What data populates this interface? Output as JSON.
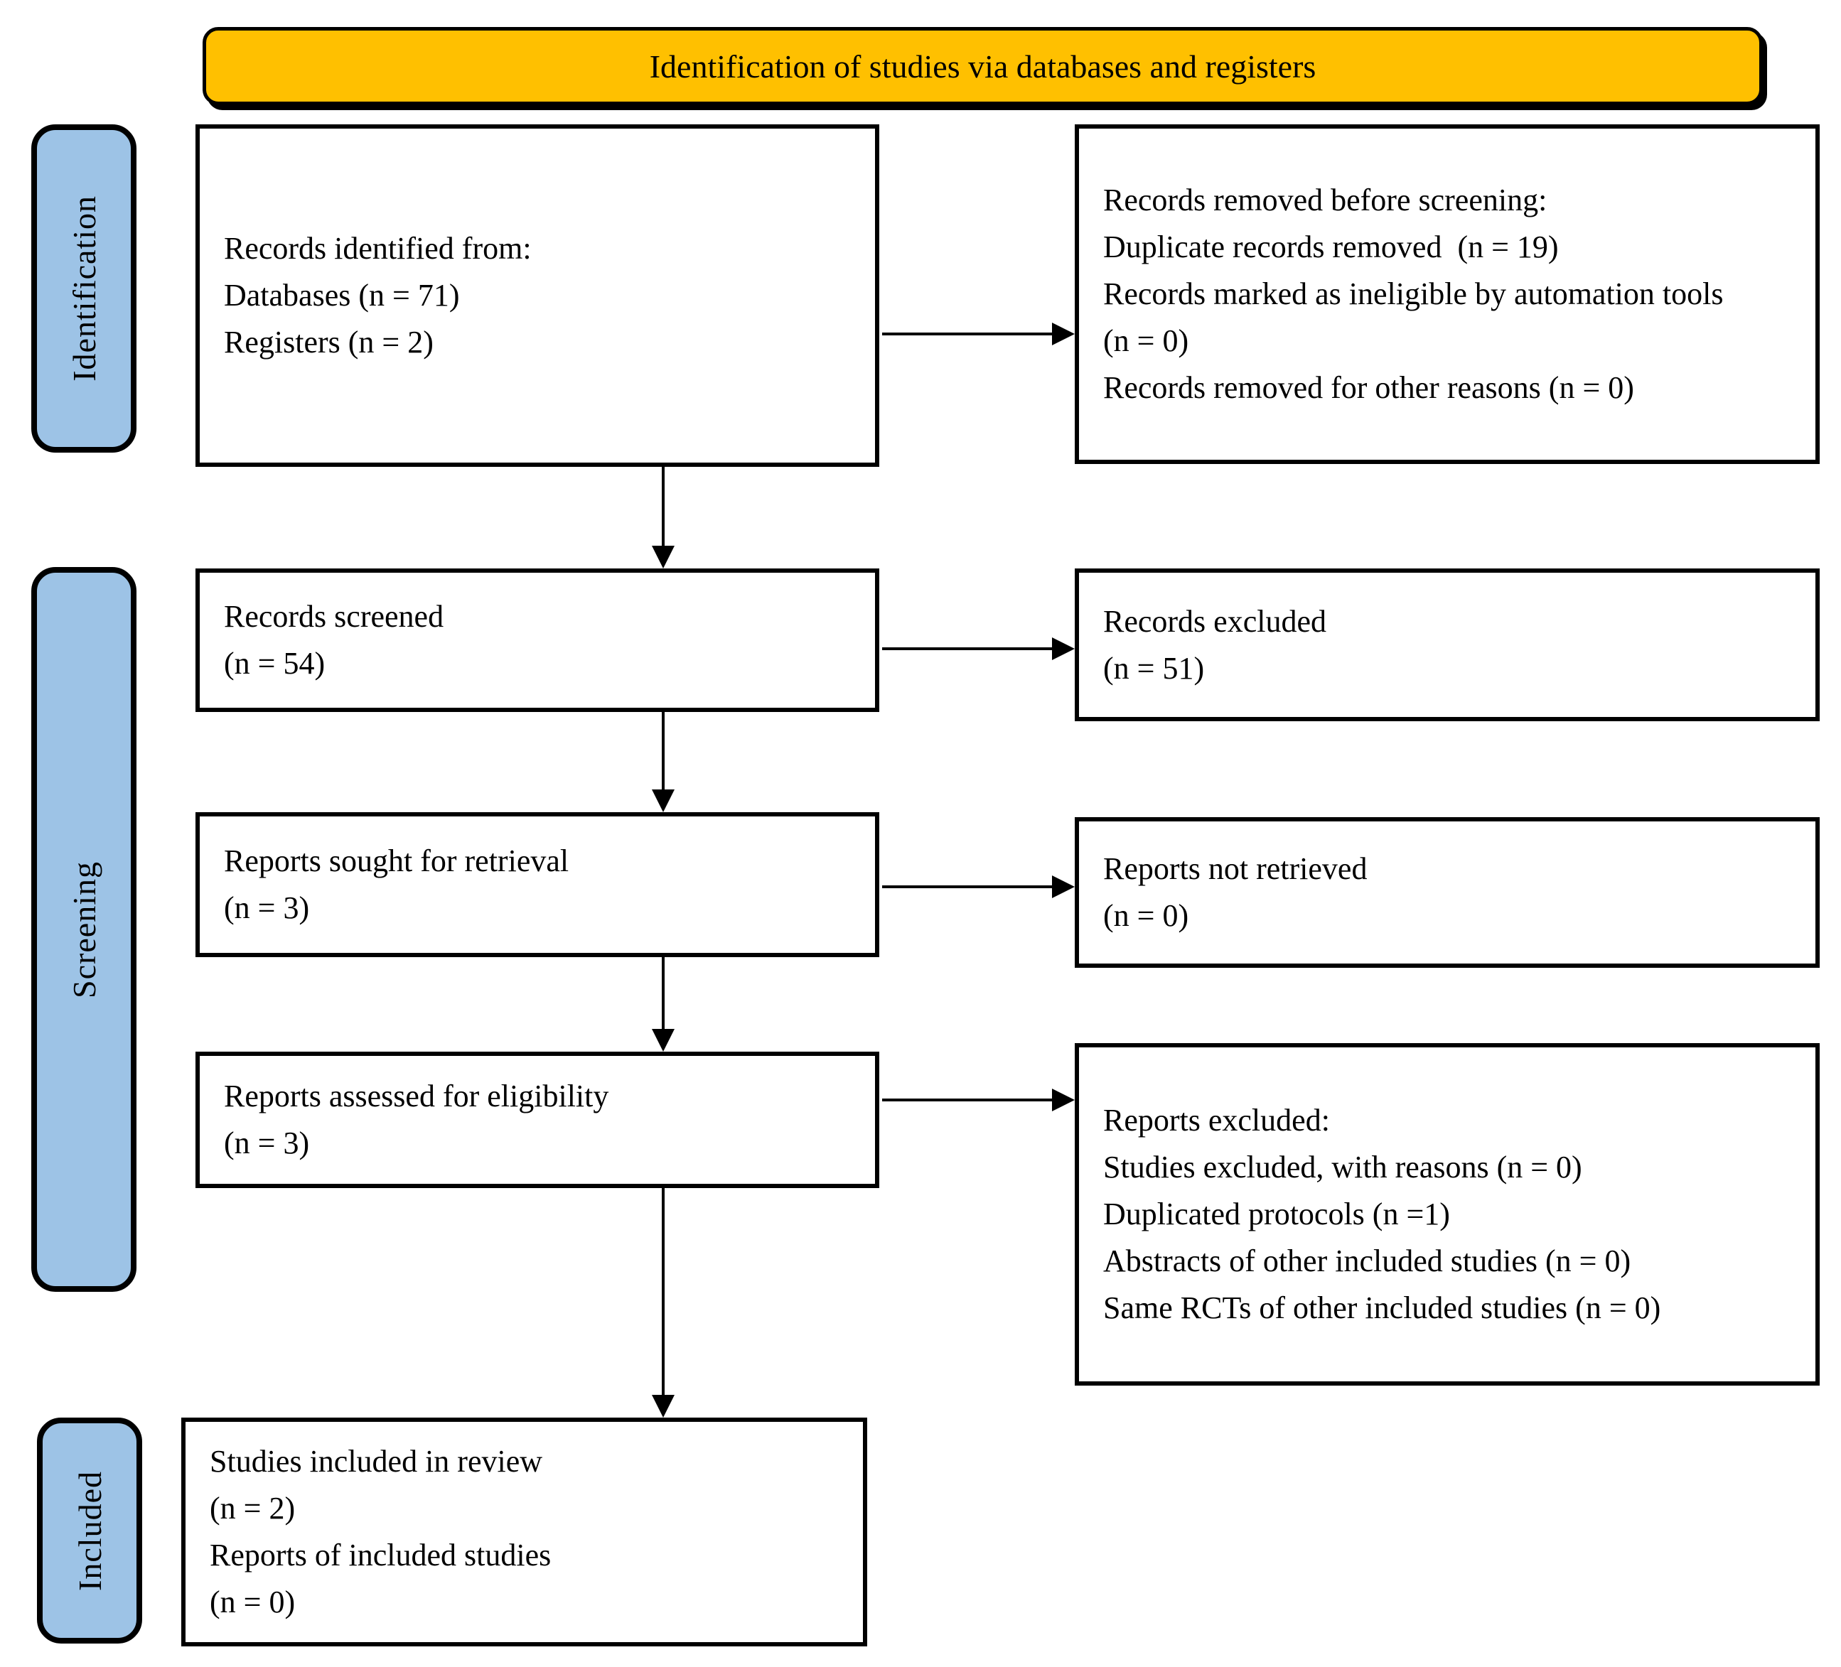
{
  "banner": {
    "title": "Identification of studies via databases and registers"
  },
  "colors": {
    "banner_fill": "#FFC000",
    "sidebar_fill": "#9DC3E6",
    "border": "#000000",
    "box_fill": "#FFFFFF"
  },
  "sidebar": {
    "items": [
      {
        "label": "Identification"
      },
      {
        "label": "Screening"
      },
      {
        "label": "Included"
      }
    ]
  },
  "flow": {
    "identified": {
      "lines": [
        "Records identified from:",
        "Databases (n = 71)",
        "Registers (n = 2)"
      ]
    },
    "removed_before_screening": {
      "lines": [
        "Records removed before screening:",
        "Duplicate records removed  (n = 19)",
        "Records marked as ineligible by automation tools (n = 0)",
        "Records removed for other reasons (n = 0)"
      ]
    },
    "screened": {
      "lines": [
        "Records screened",
        "(n = 54)"
      ]
    },
    "records_excluded": {
      "lines": [
        "Records excluded",
        "(n = 51)"
      ]
    },
    "sought_for_retrieval": {
      "lines": [
        "Reports sought for retrieval",
        "(n = 3)"
      ]
    },
    "not_retrieved": {
      "lines": [
        "Reports not retrieved",
        "(n = 0)"
      ]
    },
    "assessed_for_eligibility": {
      "lines": [
        "Reports assessed for eligibility",
        "(n = 3)"
      ]
    },
    "reports_excluded": {
      "lines": [
        "Reports excluded:",
        "Studies excluded, with reasons (n = 0)",
        "Duplicated protocols (n =1)",
        "Abstracts of other included studies (n = 0)",
        "Same RCTs of other included studies (n = 0)"
      ]
    },
    "included_in_review": {
      "lines": [
        "Studies included in review",
        "(n = 2)",
        "Reports of included studies",
        "(n = 0)"
      ]
    }
  }
}
